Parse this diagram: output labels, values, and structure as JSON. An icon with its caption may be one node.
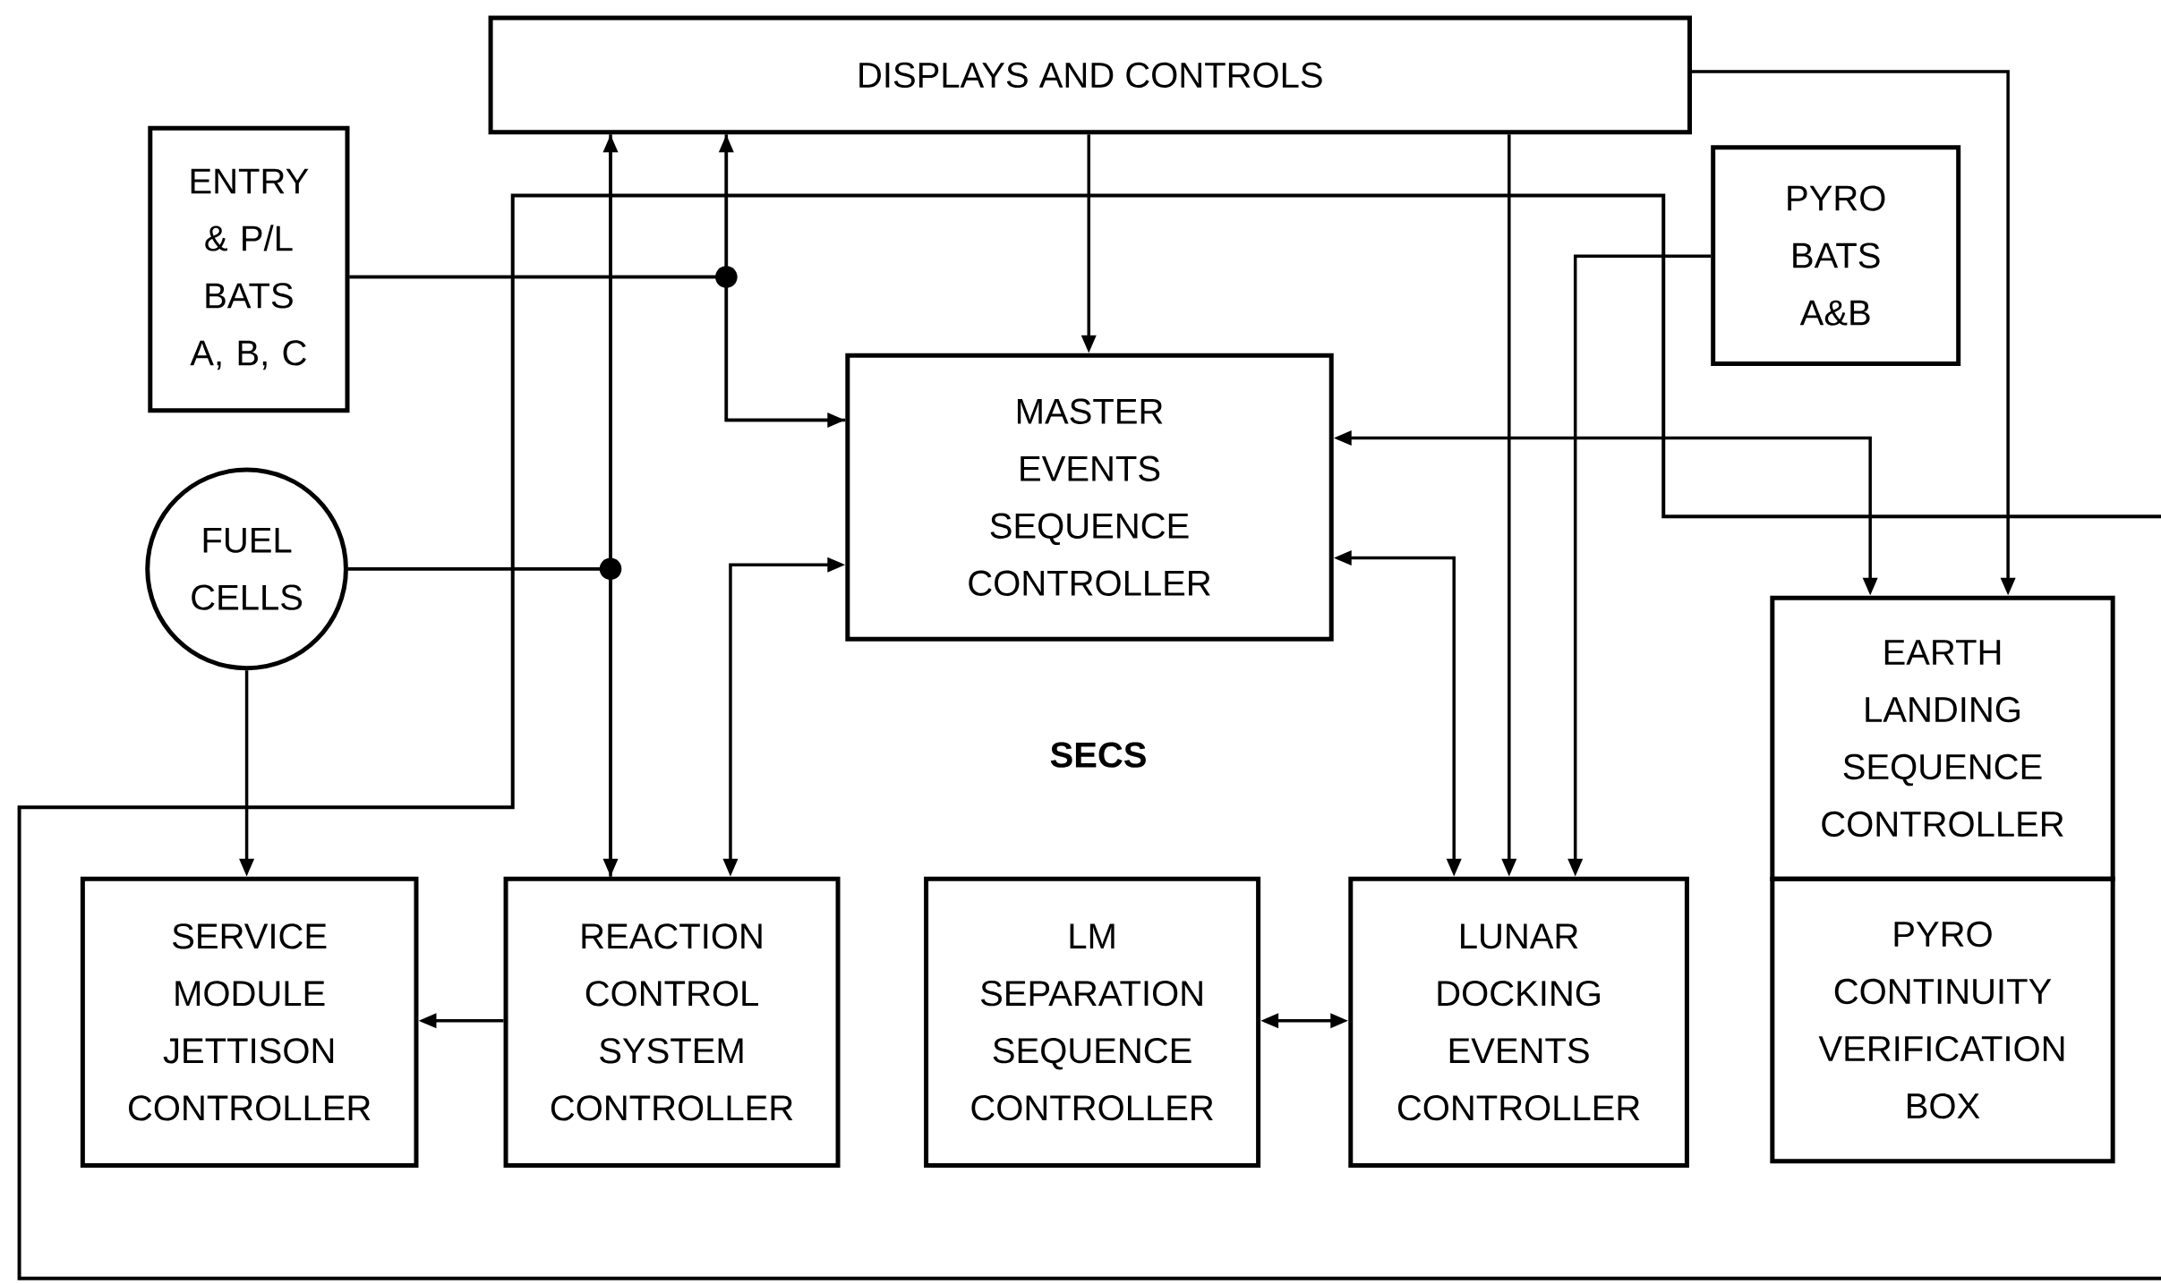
{
  "diagram": {
    "nodes": [
      {
        "text": [
          "DISPLAYS AND CONTROLS"
        ]
      },
      {
        "text": [
          "ENTRY & P/L BATS A, B, C"
        ]
      },
      {
        "text": [
          "PYRO BATS A&B"
        ]
      },
      {
        "text": [
          "MASTER EVENTS SEQUENCE CONTROLLER"
        ]
      },
      {
        "text": [
          "FUEL CELLS"
        ]
      },
      {
        "text": [
          "SERVICE MODULE JETTISON CONTROLLER"
        ]
      },
      {
        "text": [
          "REACTION CONTROL SYSTEM CONTROLLER"
        ]
      },
      {
        "text": [
          "LM SEPARATION SEQUENCE CONTROLLER"
        ]
      },
      {
        "text": [
          "LUNAR DOCKING EVENTS CONTROLLER"
        ]
      },
      {
        "text": [
          "EARTH LANDING SEQUENCE CONTROLLER"
        ]
      },
      {
        "text": [
          "PYRO CONTINUITY VERIFICATION BOX"
        ]
      }
    ],
    "edges": [
      {
        "from": 0,
        "to": 6,
        "arrow": "both"
      },
      {
        "from": 0,
        "to": 3,
        "arrow": "both"
      },
      {
        "from": 1,
        "to": 3,
        "arrow": "none"
      },
      {
        "from": 1,
        "to": 0,
        "arrow": "none"
      },
      {
        "from": 6,
        "to": 3,
        "arrow": "both"
      },
      {
        "from": 4,
        "to": 0,
        "arrow": "none"
      },
      {
        "from": 4,
        "to": 6,
        "arrow": "none"
      },
      {
        "from": 4,
        "to": 5,
        "arrow": "to"
      },
      {
        "from": 0,
        "to": 3,
        "arrow": "to"
      },
      {
        "from": 0,
        "to": 8,
        "arrow": "to"
      },
      {
        "from": 0,
        "to": 9,
        "arrow": "to"
      },
      {
        "from": 2,
        "to": 8,
        "arrow": "to"
      },
      {
        "from": 3,
        "to": 9,
        "arrow": "both"
      },
      {
        "from": 3,
        "to": 8,
        "arrow": "both"
      },
      {
        "from": 6,
        "to": 5,
        "arrow": "to"
      },
      {
        "from": 7,
        "to": 8,
        "arrow": "both"
      }
    ],
    "labels": [
      "SECS"
    ]
  }
}
